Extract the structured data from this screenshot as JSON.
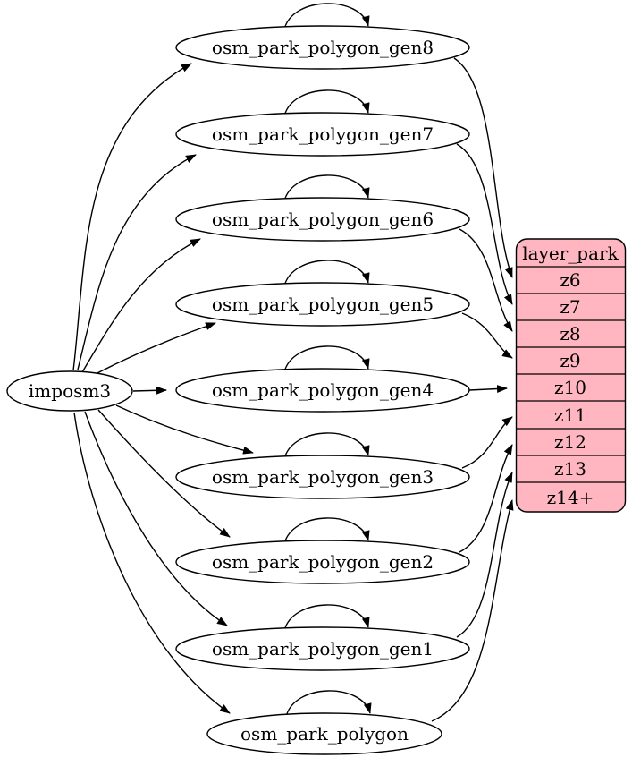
{
  "diagram": {
    "kind": "etl-graph",
    "source": {
      "label": "imposm3"
    },
    "tables": [
      {
        "label": "osm_park_polygon_gen8"
      },
      {
        "label": "osm_park_polygon_gen7"
      },
      {
        "label": "osm_park_polygon_gen6"
      },
      {
        "label": "osm_park_polygon_gen5"
      },
      {
        "label": "osm_park_polygon_gen4"
      },
      {
        "label": "osm_park_polygon_gen3"
      },
      {
        "label": "osm_park_polygon_gen2"
      },
      {
        "label": "osm_park_polygon_gen1"
      },
      {
        "label": "osm_park_polygon"
      }
    ],
    "layer": {
      "title": "layer_park",
      "zoom_rows": [
        "z6",
        "z7",
        "z8",
        "z9",
        "z10",
        "z11",
        "z12",
        "z13",
        "z14+"
      ]
    },
    "colors": {
      "layer_fill": "#ffb6c1",
      "table_fill": "#ffffff",
      "edge_stroke": "#000000",
      "background": "#ffffff"
    }
  }
}
